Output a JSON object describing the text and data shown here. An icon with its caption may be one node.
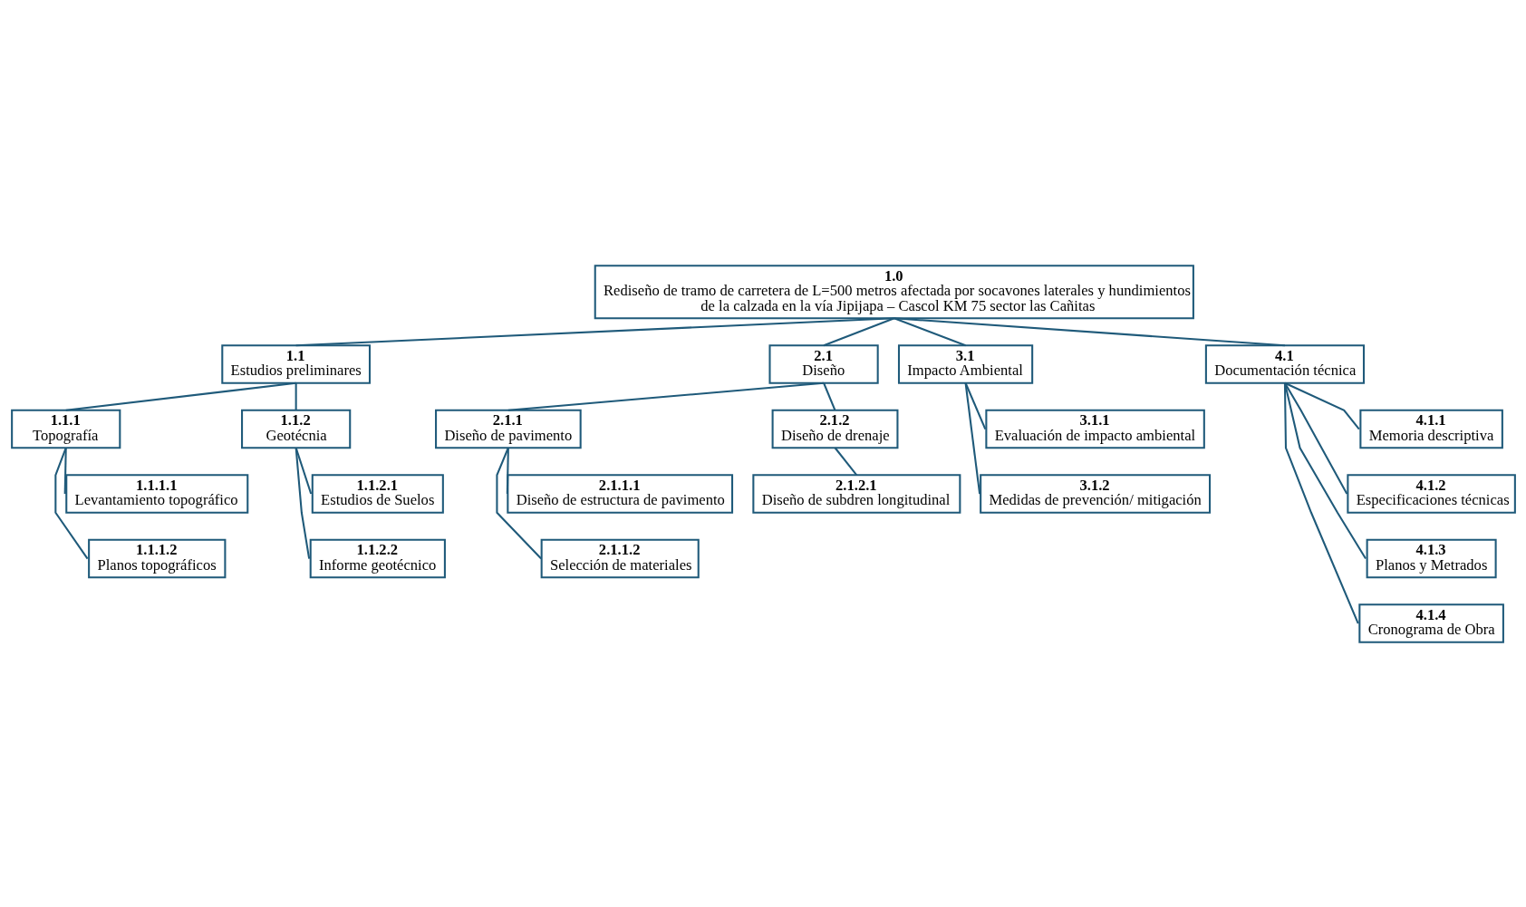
{
  "diagram": {
    "nodes": [
      {
        "text": [
          "1.0",
          "Rediseño de tramo de carretera de L=500 metros afectada por socavones laterales y hundimientos de la calzada en la vía Jipijapa – Cascol KM 75 sector las Cañitas"
        ]
      },
      {
        "text": [
          "1.1",
          "Estudios preliminares"
        ]
      },
      {
        "text": [
          "2.1",
          "Diseño"
        ]
      },
      {
        "text": [
          "3.1",
          "Impacto Ambiental"
        ]
      },
      {
        "text": [
          "4.1",
          "Documentación técnica"
        ]
      },
      {
        "text": [
          "1.1.1",
          "Topografía"
        ]
      },
      {
        "text": [
          "1.1.2",
          "Geotécnia"
        ]
      },
      {
        "text": [
          "2.1.1",
          "Diseño de pavimento"
        ]
      },
      {
        "text": [
          "2.1.2",
          "Diseño de drenaje"
        ]
      },
      {
        "text": [
          "3.1.1",
          "Evaluación de impacto ambiental"
        ]
      },
      {
        "text": [
          "4.1.1",
          "Memoria descriptiva"
        ]
      },
      {
        "text": [
          "1.1.1.1",
          "Levantamiento topográfico"
        ]
      },
      {
        "text": [
          "1.1.2.1",
          "Estudios de Suelos"
        ]
      },
      {
        "text": [
          "2.1.1.1",
          "Diseño de estructura de pavimento"
        ]
      },
      {
        "text": [
          "2.1.2.1",
          "Diseño de subdren longitudinal"
        ]
      },
      {
        "text": [
          "3.1.2",
          "Medidas de prevención/ mitigación"
        ]
      },
      {
        "text": [
          "4.1.2",
          "Especificaciones técnicas"
        ]
      },
      {
        "text": [
          "1.1.1.2",
          "Planos topográficos"
        ]
      },
      {
        "text": [
          "1.1.2.2",
          "Informe geotécnico"
        ]
      },
      {
        "text": [
          "2.1.1.2",
          "Selección de materiales"
        ]
      },
      {
        "text": [
          "4.1.3",
          "Planos y Metrados"
        ]
      },
      {
        "text": [
          "4.1.4",
          "Cronograma de Obra"
        ]
      }
    ],
    "edges": [
      {
        "from": 0,
        "to": 1,
        "arrow": "none"
      },
      {
        "from": 0,
        "to": 2,
        "arrow": "none"
      },
      {
        "from": 0,
        "to": 3,
        "arrow": "none"
      },
      {
        "from": 0,
        "to": 4,
        "arrow": "none"
      },
      {
        "from": 1,
        "to": 5,
        "arrow": "none"
      },
      {
        "from": 1,
        "to": 6,
        "arrow": "none"
      },
      {
        "from": 2,
        "to": 7,
        "arrow": "none"
      },
      {
        "from": 2,
        "to": 8,
        "arrow": "none"
      },
      {
        "from": 3,
        "to": 9,
        "arrow": "none"
      },
      {
        "from": 3,
        "to": 15,
        "arrow": "none"
      },
      {
        "from": 4,
        "to": 10,
        "arrow": "none"
      },
      {
        "from": 4,
        "to": 16,
        "arrow": "none"
      },
      {
        "from": 4,
        "to": 20,
        "arrow": "none"
      },
      {
        "from": 4,
        "to": 21,
        "arrow": "none"
      },
      {
        "from": 5,
        "to": 11,
        "arrow": "none"
      },
      {
        "from": 5,
        "to": 17,
        "arrow": "none"
      },
      {
        "from": 6,
        "to": 12,
        "arrow": "none"
      },
      {
        "from": 6,
        "to": 18,
        "arrow": "none"
      },
      {
        "from": 7,
        "to": 13,
        "arrow": "none"
      },
      {
        "from": 7,
        "to": 19,
        "arrow": "none"
      },
      {
        "from": 8,
        "to": 14,
        "arrow": "none"
      }
    ]
  }
}
